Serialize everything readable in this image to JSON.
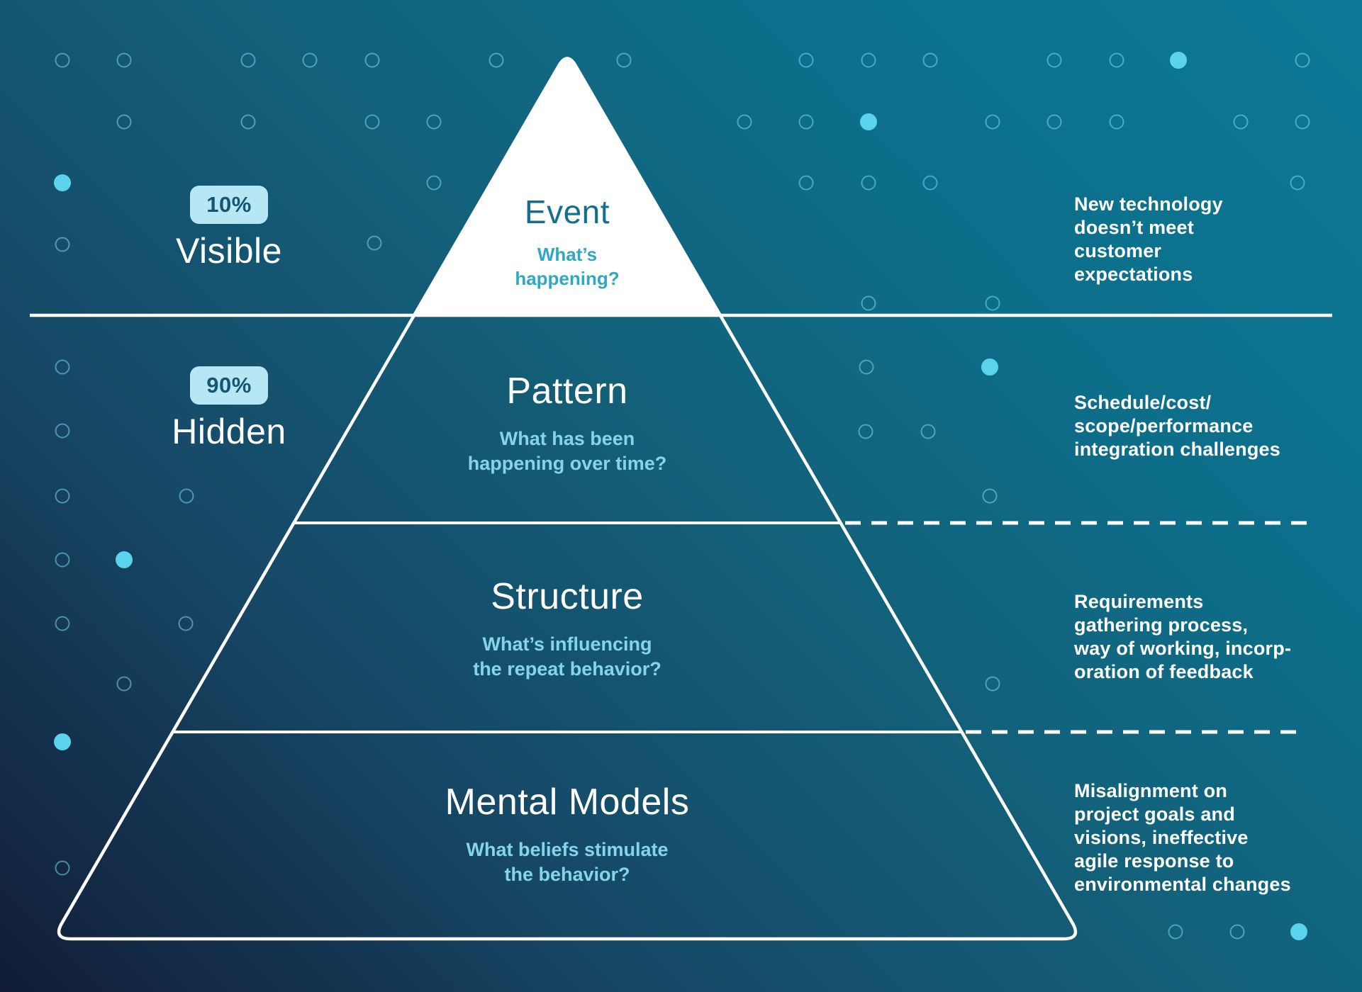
{
  "left_labels": {
    "visible_badge": "10%",
    "visible_label": "Visible",
    "hidden_badge": "90%",
    "hidden_label": "Hidden"
  },
  "levels": [
    {
      "title": "Event",
      "question": "What’s\nhappening?"
    },
    {
      "title": "Pattern",
      "question": "What has been\nhappening over time?"
    },
    {
      "title": "Structure",
      "question": "What’s influencing\nthe repeat behavior?"
    },
    {
      "title": "Mental Models",
      "question": "What beliefs stimulate\nthe behavior?"
    }
  ],
  "right_notes": [
    {
      "text": "New technology\ndoesn’t meet\ncustomer\nexpectations"
    },
    {
      "text": "Schedule/cost/\nscope/performance\nintegration challenges"
    },
    {
      "text": "Requirements\ngathering process,\nway of working, incorp-\noration of feedback"
    },
    {
      "text": "Misalignment on\nproject goals and\nvisions, ineffective\nagile response to\nenvironmental changes"
    }
  ],
  "colors": {
    "background_top": "#0b7996",
    "background_bottom": "#121c36",
    "accent_cyan": "#5bd3ec",
    "badge_bg": "#b7e7f5",
    "badge_text": "#14566f",
    "event_title": "#136f8e",
    "event_question": "#2fa8c2",
    "question_text": "#84d6e7",
    "line_white": "#ffffff"
  },
  "decor": {
    "dots": [
      [
        88,
        85,
        0
      ],
      [
        175,
        85,
        0
      ],
      [
        350,
        85,
        0
      ],
      [
        437,
        85,
        0
      ],
      [
        525,
        85,
        0
      ],
      [
        700,
        85,
        0
      ],
      [
        880,
        85,
        0
      ],
      [
        1137,
        85,
        0
      ],
      [
        1225,
        85,
        0
      ],
      [
        1312,
        85,
        0
      ],
      [
        1487,
        85,
        0
      ],
      [
        1575,
        85,
        0
      ],
      [
        1662,
        85,
        1
      ],
      [
        1837,
        85,
        0
      ],
      [
        175,
        172,
        0
      ],
      [
        350,
        172,
        0
      ],
      [
        525,
        172,
        0
      ],
      [
        612,
        172,
        0
      ],
      [
        1050,
        172,
        0
      ],
      [
        1137,
        172,
        0
      ],
      [
        1225,
        172,
        1
      ],
      [
        1400,
        172,
        0
      ],
      [
        1487,
        172,
        0
      ],
      [
        1575,
        172,
        0
      ],
      [
        1750,
        172,
        0
      ],
      [
        1837,
        172,
        0
      ],
      [
        88,
        258,
        1
      ],
      [
        612,
        258,
        0
      ],
      [
        1137,
        258,
        0
      ],
      [
        1225,
        258,
        0
      ],
      [
        1312,
        258,
        0
      ],
      [
        1830,
        258,
        0
      ],
      [
        88,
        345,
        0
      ],
      [
        528,
        343,
        0
      ],
      [
        1225,
        428,
        0
      ],
      [
        1400,
        428,
        0
      ],
      [
        88,
        518,
        0
      ],
      [
        1222,
        518,
        0
      ],
      [
        1396,
        518,
        1
      ],
      [
        88,
        608,
        0
      ],
      [
        1221,
        609,
        0
      ],
      [
        1309,
        609,
        0
      ],
      [
        88,
        700,
        0
      ],
      [
        263,
        700,
        0
      ],
      [
        1396,
        700,
        0
      ],
      [
        88,
        790,
        0
      ],
      [
        175,
        790,
        1
      ],
      [
        88,
        880,
        0
      ],
      [
        262,
        880,
        0
      ],
      [
        175,
        965,
        0
      ],
      [
        1400,
        965,
        0
      ],
      [
        88,
        1047,
        1
      ],
      [
        88,
        1225,
        0
      ],
      [
        1658,
        1315,
        0
      ],
      [
        1745,
        1315,
        0
      ],
      [
        1832,
        1315,
        1
      ]
    ]
  }
}
